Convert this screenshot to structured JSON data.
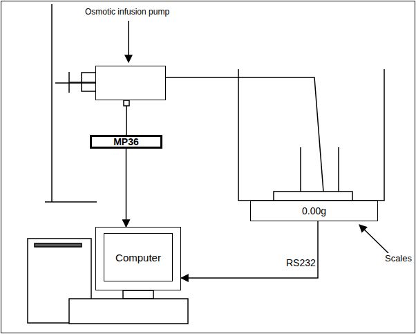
{
  "diagram": {
    "nodes": [
      {
        "text": [
          "Osmotic infusion pump"
        ]
      },
      {
        "text": [
          "MP36"
        ]
      },
      {
        "text": [
          "Computer"
        ]
      },
      {
        "text": [
          "0.00g"
        ]
      }
    ],
    "edges": [
      {
        "from": 0,
        "to": 1,
        "arrow": "none"
      },
      {
        "from": 1,
        "to": 2,
        "arrow": "to"
      },
      {
        "from": 3,
        "to": 2,
        "label": "RS232",
        "arrow": "to"
      },
      {
        "from": 0,
        "to": 3,
        "arrow": "none"
      }
    ],
    "labels": [
      "Scales"
    ]
  }
}
